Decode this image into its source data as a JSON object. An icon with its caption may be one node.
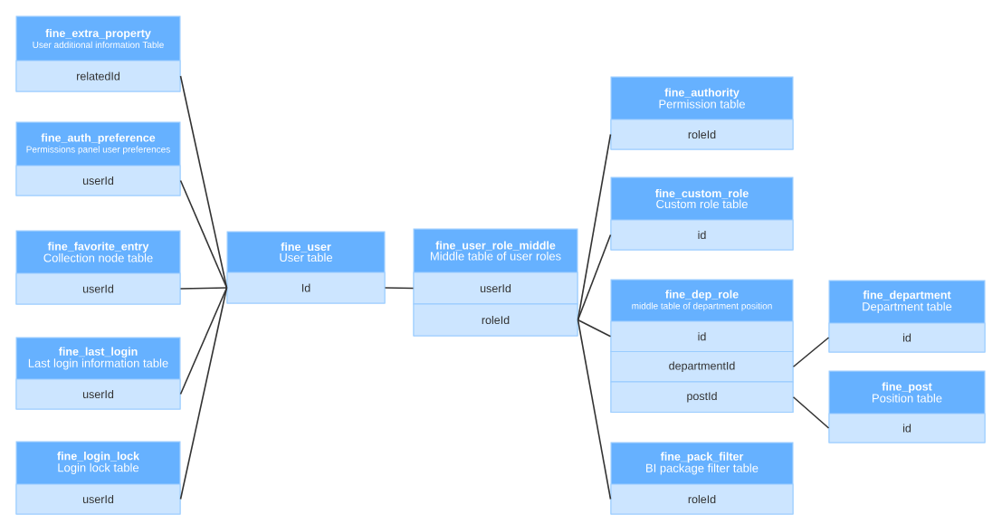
{
  "diagram": {
    "nodes": [
      {
        "text": [
          "fine_extra_property",
          "User additional information Table"
        ]
      },
      {
        "text": [
          "relatedId"
        ],
        "in": 0
      },
      {
        "text": [
          "fine_auth_preference",
          "Permissions panel user preferences"
        ]
      },
      {
        "text": [
          "userId"
        ],
        "in": 2
      },
      {
        "text": [
          "fine_favorite_entry",
          "Collection node table"
        ]
      },
      {
        "text": [
          "userId"
        ],
        "in": 4
      },
      {
        "text": [
          "fine_last_login",
          "Last login information table"
        ]
      },
      {
        "text": [
          "userId"
        ],
        "in": 6
      },
      {
        "text": [
          "fine_login_lock",
          "Login lock table"
        ]
      },
      {
        "text": [
          "userId"
        ],
        "in": 8
      },
      {
        "text": [
          "fine_user",
          "User table"
        ]
      },
      {
        "text": [
          "Id"
        ],
        "in": 10
      },
      {
        "text": [
          "fine_user_role_middle",
          "Middle table of user roles"
        ]
      },
      {
        "text": [
          "userId"
        ],
        "in": 12
      },
      {
        "text": [
          "roleId"
        ],
        "in": 12
      },
      {
        "text": [
          "fine_authority",
          "Permission table"
        ]
      },
      {
        "text": [
          "roleId"
        ],
        "in": 15
      },
      {
        "text": [
          "fine_custom_role",
          "Custom role table"
        ]
      },
      {
        "text": [
          "id"
        ],
        "in": 17
      },
      {
        "text": [
          "fine_dep_role",
          "middle table of department position"
        ]
      },
      {
        "text": [
          "id"
        ],
        "in": 19
      },
      {
        "text": [
          "departmentId"
        ],
        "in": 19
      },
      {
        "text": [
          "postId"
        ],
        "in": 19
      },
      {
        "text": [
          "fine_pack_filter",
          "BI package filter table"
        ]
      },
      {
        "text": [
          "roleId"
        ],
        "in": 23
      },
      {
        "text": [
          "fine_department",
          "Department table"
        ]
      },
      {
        "text": [
          "id"
        ],
        "in": 25
      },
      {
        "text": [
          "fine_post",
          "Position table"
        ]
      },
      {
        "text": [
          "id"
        ],
        "in": 27
      }
    ],
    "edges": [
      {
        "from": 1,
        "to": 11,
        "arrow": "none"
      },
      {
        "from": 3,
        "to": 11,
        "arrow": "none"
      },
      {
        "from": 5,
        "to": 11,
        "arrow": "none"
      },
      {
        "from": 7,
        "to": 11,
        "arrow": "none"
      },
      {
        "from": 9,
        "to": 11,
        "arrow": "none"
      },
      {
        "from": 11,
        "to": 13,
        "arrow": "none"
      },
      {
        "from": 14,
        "to": 16,
        "arrow": "none"
      },
      {
        "from": 14,
        "to": 18,
        "arrow": "none"
      },
      {
        "from": 14,
        "to": 20,
        "arrow": "none"
      },
      {
        "from": 14,
        "to": 24,
        "arrow": "none"
      },
      {
        "from": 21,
        "to": 26,
        "arrow": "none"
      },
      {
        "from": 22,
        "to": 28,
        "arrow": "none"
      }
    ]
  }
}
